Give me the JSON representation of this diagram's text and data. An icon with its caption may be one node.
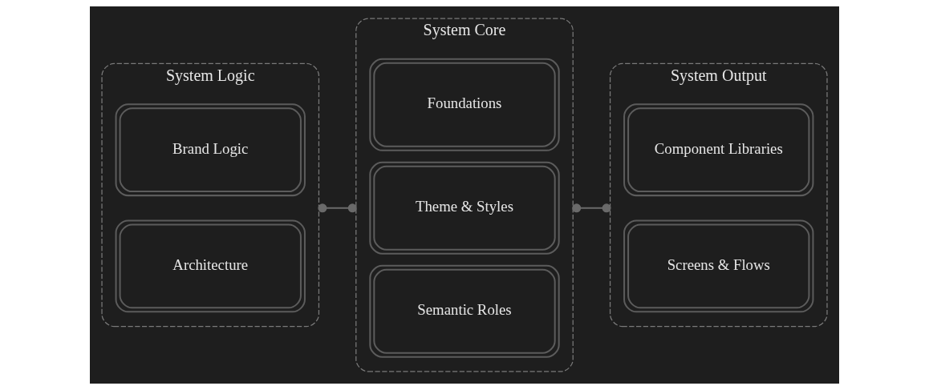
{
  "diagram": {
    "nodes": [
      {
        "text": [
          "System Logic"
        ]
      },
      {
        "text": [
          "Brand Logic"
        ],
        "in": 0
      },
      {
        "text": [
          "Architecture"
        ],
        "in": 0
      },
      {
        "text": [
          "System Core"
        ]
      },
      {
        "text": [
          "Foundations"
        ],
        "in": 3
      },
      {
        "text": [
          "Theme & Styles"
        ],
        "in": 3
      },
      {
        "text": [
          "Semantic Roles"
        ],
        "in": 3
      },
      {
        "text": [
          "System Output"
        ]
      },
      {
        "text": [
          "Component Libraries"
        ],
        "in": 7
      },
      {
        "text": [
          "Screens & Flows"
        ],
        "in": 7
      }
    ],
    "edges": [
      {
        "from": 0,
        "to": 3,
        "arrow": "other"
      },
      {
        "from": 3,
        "to": 7,
        "arrow": "other"
      }
    ]
  }
}
